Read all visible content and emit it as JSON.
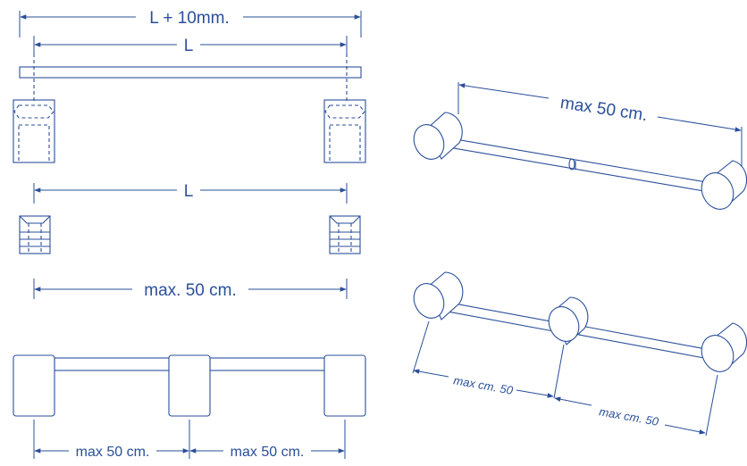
{
  "labels": {
    "total_length": "L + 10mm.",
    "length_top": "L",
    "length_mid": "L",
    "max_front": "max. 50 cm.",
    "max_bottom_left": "max 50 cm.",
    "max_bottom_right": "max 50 cm.",
    "max_iso_top": "max 50 cm.",
    "max_iso_left": "max cm. 50",
    "max_iso_right": "max cm. 50"
  },
  "colors": {
    "line": "#2a4f9a",
    "background": "#ffffff"
  }
}
